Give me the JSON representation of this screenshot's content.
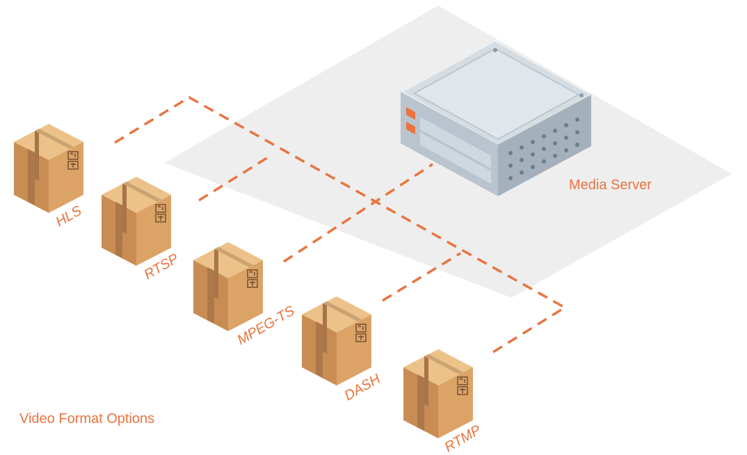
{
  "diagram": {
    "server_label": "Media Server",
    "section_label": "Video Format Options",
    "formats": [
      {
        "id": "hls",
        "label": "HLS"
      },
      {
        "id": "rtsp",
        "label": "RTSP"
      },
      {
        "id": "mpeg-ts",
        "label": "MPEG-TS"
      },
      {
        "id": "dash",
        "label": "DASH"
      },
      {
        "id": "rtmp",
        "label": "RTMP"
      }
    ],
    "colors": {
      "accent": "#e9733f",
      "platform": "#eeeeee",
      "box_front": "#c98d54",
      "box_side": "#dca366",
      "box_top": "#ecc28a",
      "server_body": "#b9c4ce",
      "server_top": "#d5dde3"
    }
  }
}
